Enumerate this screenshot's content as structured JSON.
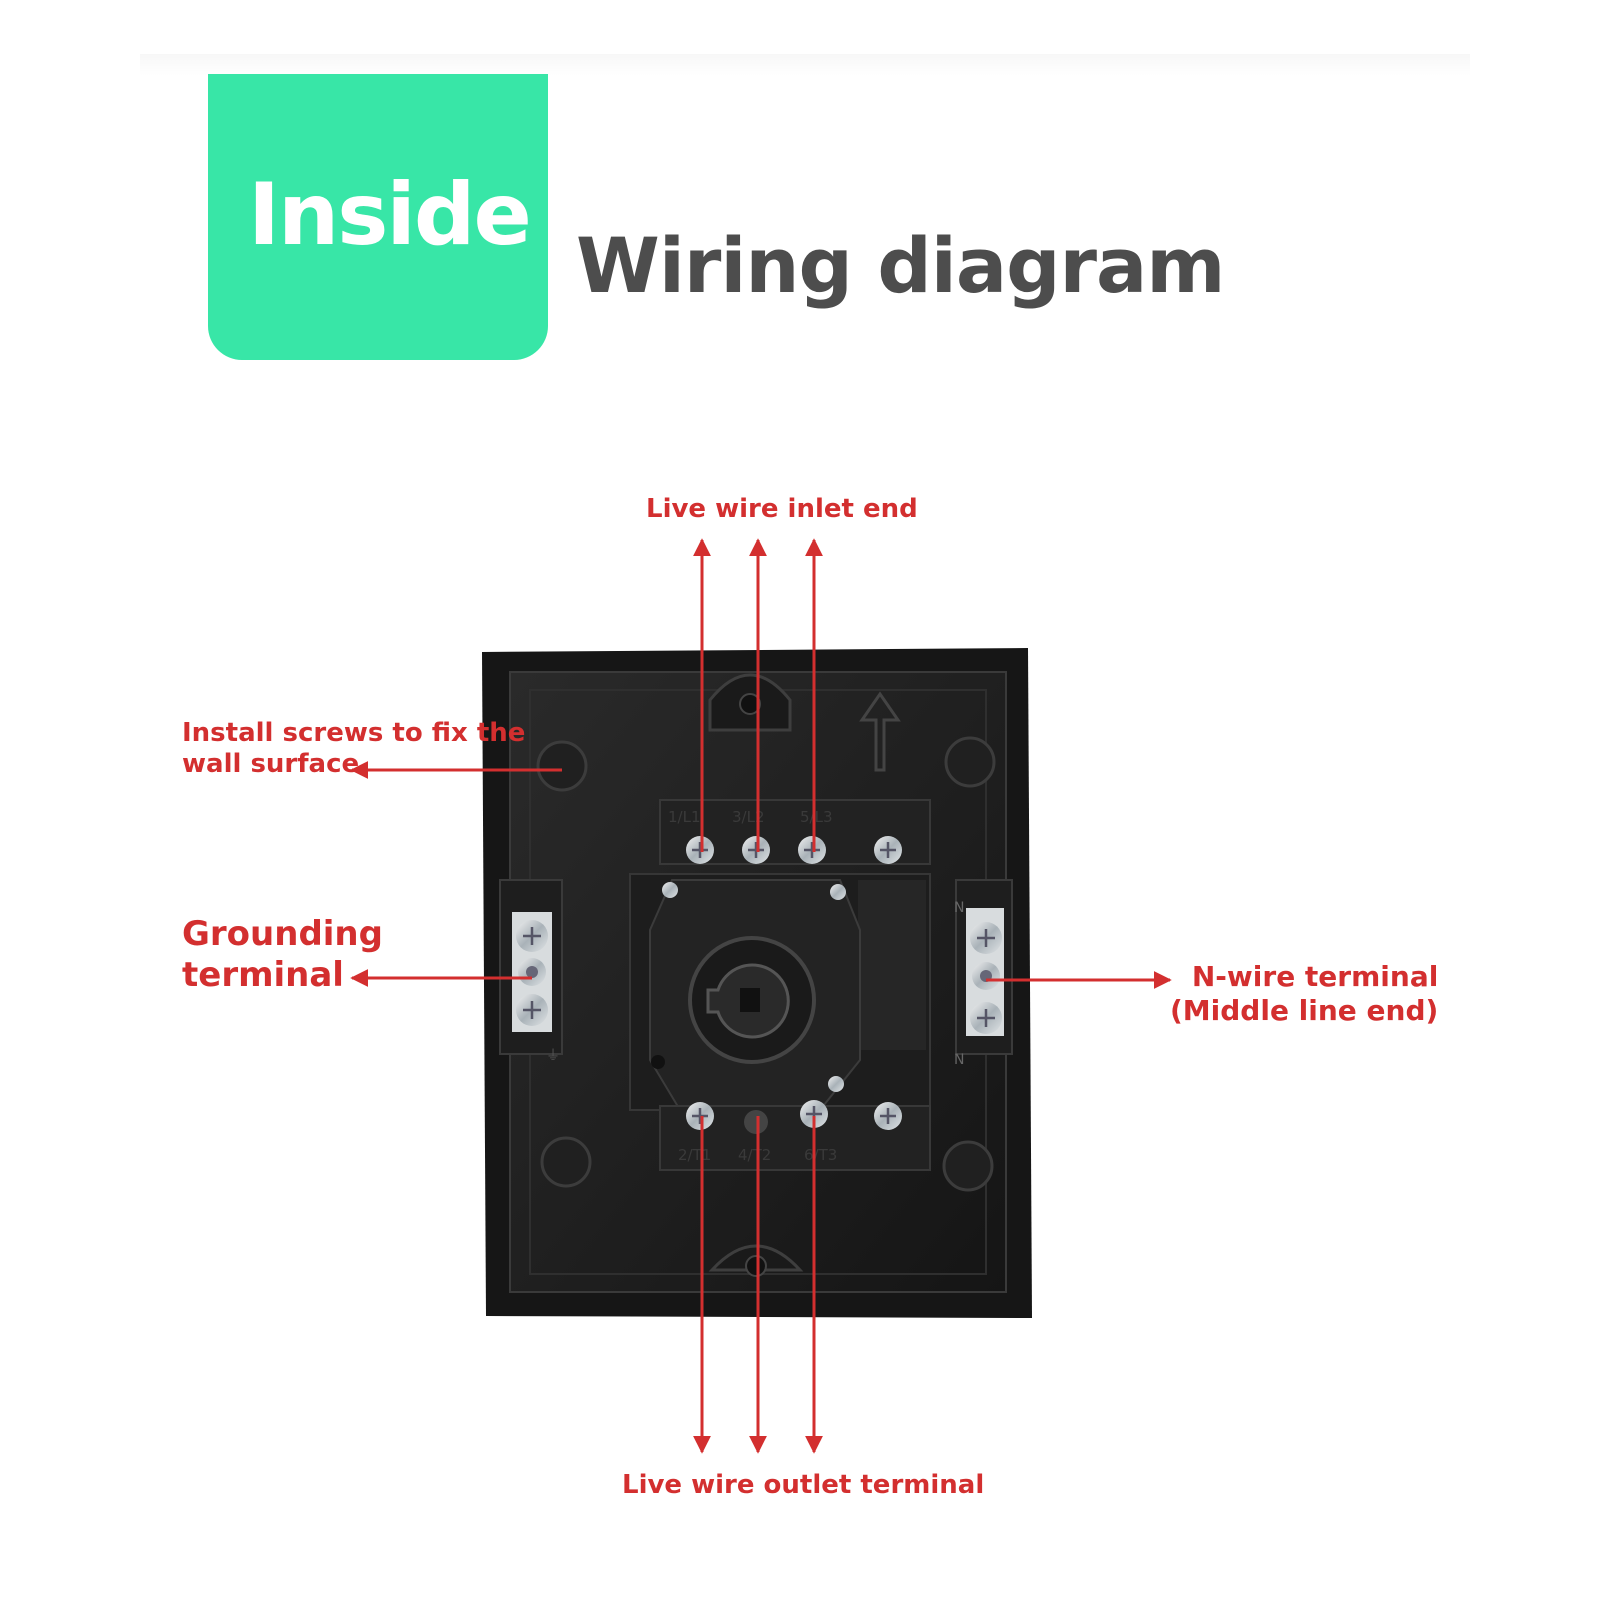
{
  "badge": {
    "label": "Inside"
  },
  "title": "Wiring diagram",
  "callouts": {
    "inlet": "Live wire inlet end",
    "outlet": "Live wire outlet terminal",
    "screws": "Install screws to fix the\nwall surface",
    "grounding": "Grounding\nterminal",
    "nwire": "N-wire terminal\n(Middle line end)"
  },
  "terminal_labels": {
    "top": [
      "1/L1",
      "3/L2",
      "5/L3"
    ],
    "bottom": [
      "2/T1",
      "4/T2",
      "6/T3"
    ],
    "neutral_top": "N",
    "neutral_bottom": "N",
    "ground": "⏚"
  },
  "colors": {
    "badge": "#38e6a7",
    "title": "#4d4d4d",
    "callout": "#d32f2f",
    "enclosure": "#1c1c1c"
  }
}
